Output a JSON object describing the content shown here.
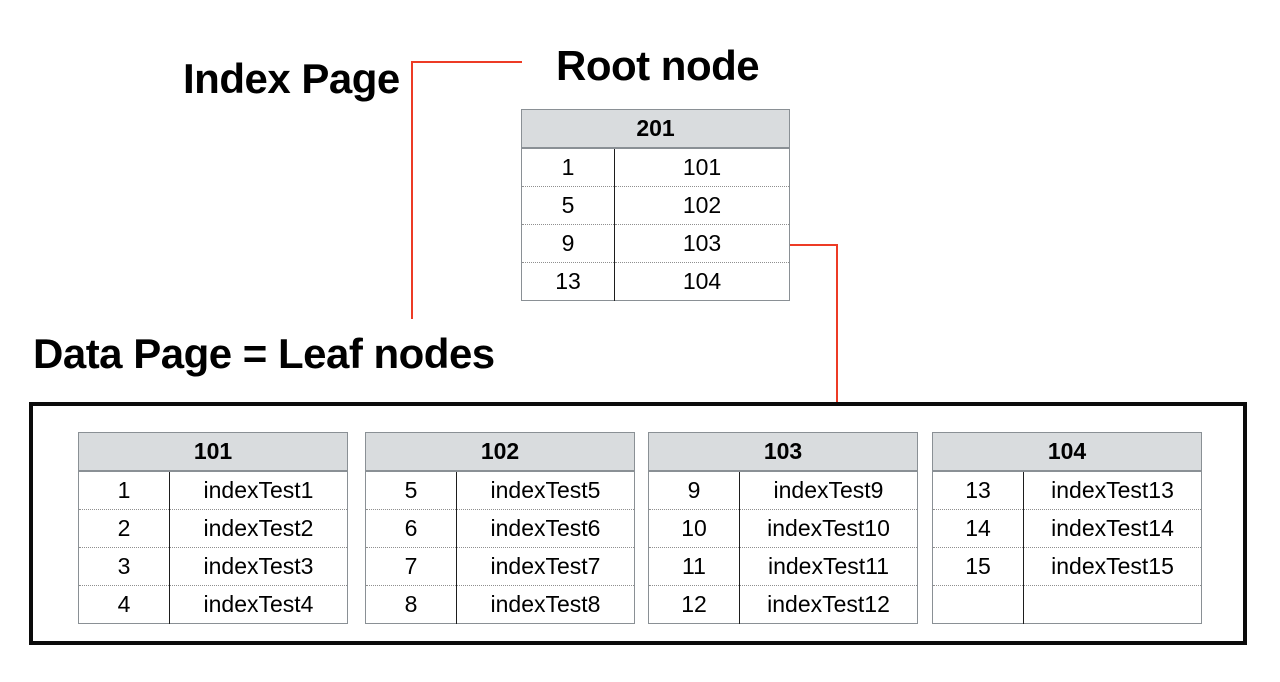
{
  "colors": {
    "red": "#ed3b25",
    "table_header_bg": "#d9dcde",
    "table_border": "#8a9095"
  },
  "labels": {
    "index_page": "Index Page",
    "root_node": "Root node",
    "data_page": "Data Page = Leaf nodes"
  },
  "root_table": {
    "header": "201",
    "rows": [
      [
        "1",
        "101"
      ],
      [
        "5",
        "102"
      ],
      [
        "9",
        "103"
      ],
      [
        "13",
        "104"
      ]
    ]
  },
  "leaf_tables": [
    {
      "header": "101",
      "rows": [
        [
          "1",
          "indexTest1"
        ],
        [
          "2",
          "indexTest2"
        ],
        [
          "3",
          "indexTest3"
        ],
        [
          "4",
          "indexTest4"
        ]
      ]
    },
    {
      "header": "102",
      "rows": [
        [
          "5",
          "indexTest5"
        ],
        [
          "6",
          "indexTest6"
        ],
        [
          "7",
          "indexTest7"
        ],
        [
          "8",
          "indexTest8"
        ]
      ]
    },
    {
      "header": "103",
      "rows": [
        [
          "9",
          "indexTest9"
        ],
        [
          "10",
          "indexTest10"
        ],
        [
          "11",
          "indexTest11"
        ],
        [
          "12",
          "indexTest12"
        ]
      ]
    },
    {
      "header": "104",
      "rows": [
        [
          "13",
          "indexTest13"
        ],
        [
          "14",
          "indexTest14"
        ],
        [
          "15",
          "indexTest15"
        ],
        [
          "",
          ""
        ]
      ]
    }
  ]
}
